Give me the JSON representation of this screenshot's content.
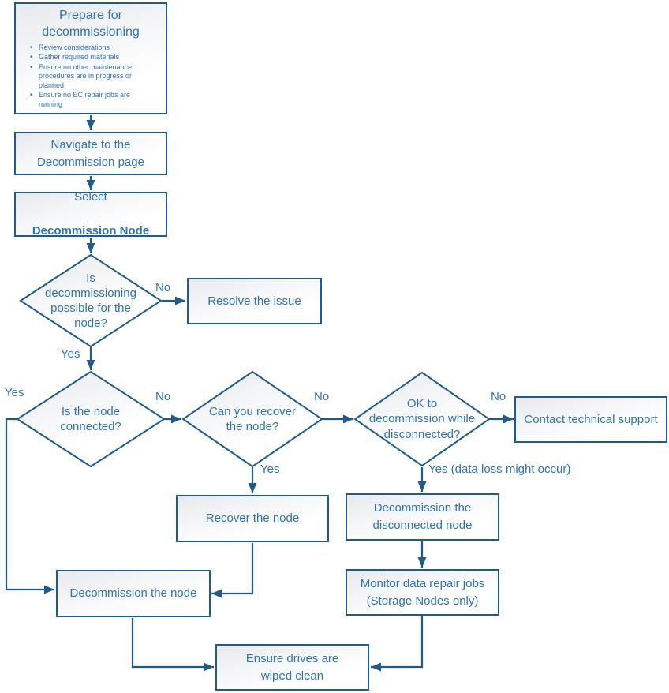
{
  "colors": {
    "line": "#1f5c8b",
    "text": "#2e74b5",
    "fill_top": "#e7e9ec",
    "fill_bottom": "#ffffff"
  },
  "nodes": {
    "prepare": {
      "title": "Prepare for\ndecommissioning",
      "bullets": [
        "Review considerations",
        "Gather required materials",
        "Ensure no other maintenance procedures are in progress or planned",
        "Ensure no EC repair jobs are running"
      ]
    },
    "navigate": {
      "label": "Navigate to the\nDecommission page"
    },
    "select": {
      "line1": "Select",
      "line2": "Decommission Node"
    },
    "decision_possible": {
      "label": "Is\ndecommissioning\npossible for the\nnode?"
    },
    "resolve": {
      "label": "Resolve the issue"
    },
    "decision_connected": {
      "label": "Is the node\nconnected?"
    },
    "decision_recover": {
      "label": "Can you recover\nthe node?"
    },
    "decision_ok_disconnected": {
      "label": "OK to\ndecommission while\ndisconnected?"
    },
    "contact": {
      "label": "Contact technical support"
    },
    "recover": {
      "label": "Recover the node"
    },
    "decommission_disconnected": {
      "label": "Decommission the\ndisconnected node"
    },
    "monitor": {
      "label": "Monitor data repair jobs\n(Storage Nodes only)"
    },
    "decommission_node": {
      "label": "Decommission the node"
    },
    "ensure_drives": {
      "label": "Ensure drives are\nwiped clean"
    }
  },
  "edge_labels": {
    "possible_no": "No",
    "possible_yes": "Yes",
    "connected_yes": "Yes",
    "connected_no": "No",
    "recover_no": "No",
    "recover_yes": "Yes",
    "ok_no": "No",
    "ok_yes": "Yes (data loss might occur)"
  }
}
